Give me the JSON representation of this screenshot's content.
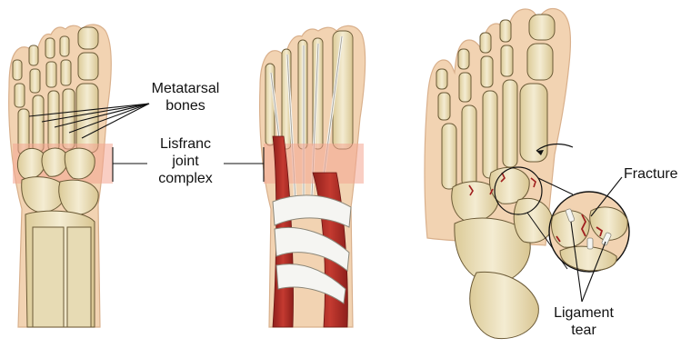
{
  "labels": {
    "metatarsal": [
      "Metatarsal",
      "bones"
    ],
    "lisfranc": [
      "Lisfranc",
      "joint",
      "complex"
    ],
    "fracture": "Fracture",
    "ligament": [
      "Ligament",
      "tear"
    ]
  },
  "colors": {
    "skin": "#f2d3b2",
    "skin_outline": "#d9b08c",
    "bone": "#efe6c8",
    "bone_shade": "#dccb98",
    "bone_outline": "#6b5a36",
    "highlight_band": "#f4a592",
    "ligament": "#f3f3f0",
    "tendon": "#e4e4e0",
    "muscle": "#b5322c",
    "fracture_line": "#a01e1e",
    "pointer_line": "#111111"
  }
}
